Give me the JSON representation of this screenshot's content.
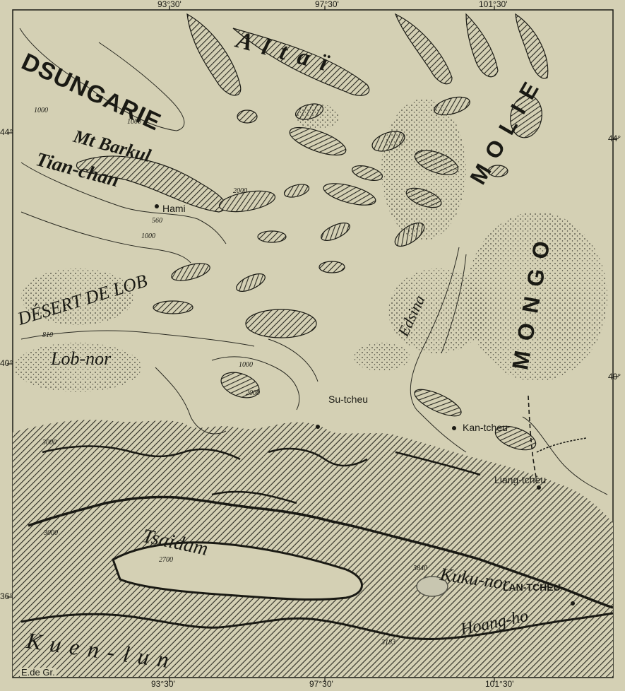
{
  "map": {
    "longitudes_top": [
      "93°30'",
      "97°30'",
      "101°30'"
    ],
    "longitudes_bottom": [
      "93°30'",
      "97°30'",
      "101°30'"
    ],
    "latitudes_left": [
      "44°",
      "40°",
      "36°"
    ],
    "latitudes_right": [
      "44°",
      "40°"
    ],
    "regions": {
      "dsungarie": "DSUNGARIE",
      "altai": "A l t a ï",
      "mongolie_top": "M O L I E",
      "mongolie_bottom": "M O N G O",
      "mt_barkul": "Mt Barkul",
      "tian_chan": "Tian-chan",
      "desert_de_lob": "DÉSERT DE LOB",
      "lob_nor": "Lob-nor",
      "edsina": "Edsina",
      "tsaidam": "Tsaidam",
      "kuku_nor": "Kuku-nor",
      "kuen_lun": "K u e n - l u n",
      "hoang_ho": "Hoang-ho"
    },
    "cities": {
      "hami": "Hami",
      "su_tcheu": "Su-tcheu",
      "kan_tcheu": "Kan-tcheu",
      "liang_tcheu": "Liang-tcheu",
      "lan_tcheu": "LAN-TCHEU"
    },
    "elevations": {
      "e1000a": "1000",
      "e1000b": "1000",
      "e1000c": "1000",
      "e1000d": "1000",
      "e2000a": "2000",
      "e2000b": "2000",
      "e560": "560",
      "e810": "810",
      "e3000a": "3000",
      "e3000b": "3000",
      "e2700": "2700",
      "e3840": "3840",
      "e3183": "3183"
    },
    "credit": "E.de Gr."
  }
}
